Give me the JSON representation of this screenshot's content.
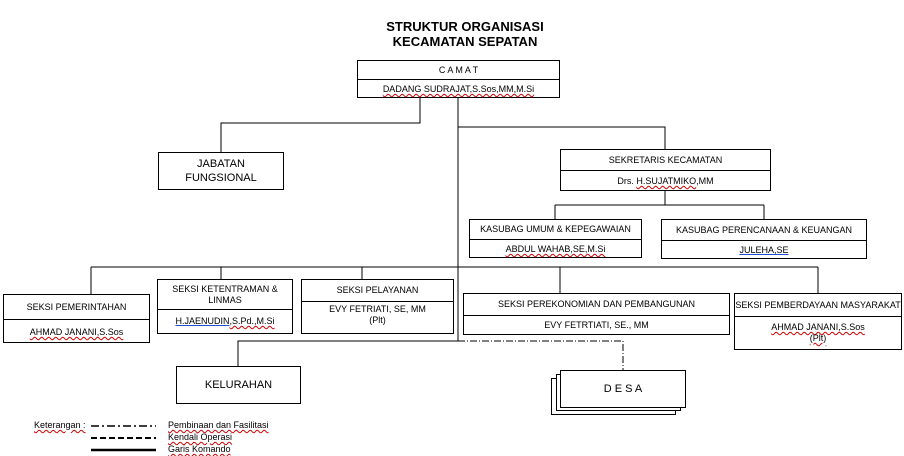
{
  "title": {
    "line1": "STRUKTUR ORGANISASI",
    "line2": "KECAMATAN SEPATAN"
  },
  "camat": {
    "title": "C A M A T",
    "name": "DADANG SUDRAJAT,S.Sos,MM,M.Si"
  },
  "jabatan_fungsional": {
    "line1": "JABATAN",
    "line2": "FUNGSIONAL"
  },
  "sekretaris": {
    "title": "SEKRETARIS KECAMATAN",
    "name_prefix": "Drs. ",
    "name": "H.SUJATMIKO",
    "name_suffix": ",MM"
  },
  "kasubag_umum": {
    "title": "KASUBAG UMUM & KEPEGAWAIAN",
    "name": "ABDUL WAHAB,SE,M.Si"
  },
  "kasubag_perencanaan": {
    "title": "KASUBAG PERENCANAAN & KEUANGAN",
    "name": "JULEHA,SE"
  },
  "seksi_pemerintahan": {
    "title": "SEKSI PEMERINTAHAN",
    "name": "AHMAD JANANI,S.Sos"
  },
  "seksi_ketentraman": {
    "title_line1": "SEKSI KETENTRAMAN &",
    "title_line2": "LINMAS",
    "name_a": "H.JAENUDIN",
    "name_b": ",S.Pd.,M.Si"
  },
  "seksi_pelayanan": {
    "title": "SEKSI PELAYANAN",
    "name": "EVY FETRIATI, SE, MM",
    "note": "(Plt)"
  },
  "seksi_perekonomian": {
    "title": "SEKSI PEREKONOMIAN DAN PEMBANGUNAN",
    "name": "EVY FETRTIATI, SE., MM"
  },
  "seksi_pemberdayaan": {
    "title": "SEKSI PEMBERDAYAAN MASYARAKAT",
    "name": "AHMAD JANANI,S.Sos",
    "note": "(Plt)"
  },
  "kelurahan": {
    "label": "KELURAHAN"
  },
  "desa": {
    "label": "D E S A"
  },
  "legend": {
    "heading": "Keterangan :",
    "items": [
      "Pembinaan dan Fasilitasi",
      "Kendali Operasi",
      "Garis Komando"
    ]
  }
}
